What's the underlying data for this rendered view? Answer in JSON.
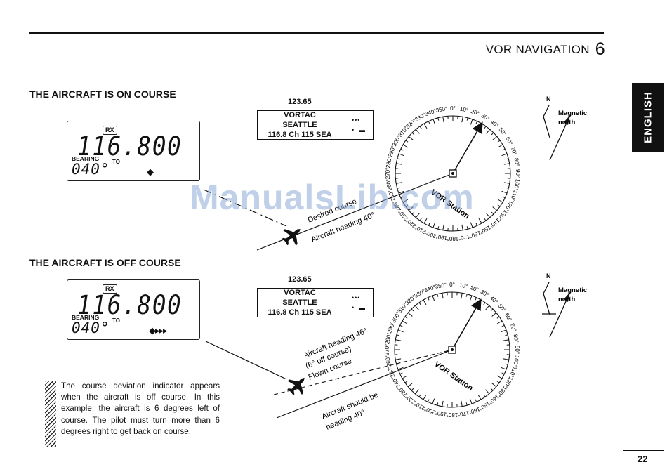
{
  "header": {
    "chapter_title": "VOR NAVIGATION",
    "chapter_number": "6",
    "language_tab": "ENGLISH"
  },
  "sections": [
    {
      "title": "THE AIRCRAFT IS ON COURSE",
      "display": {
        "rx": "RX",
        "frequency": "116.800",
        "bearing_label": "BEARING",
        "to_label": "TO",
        "bearing": "040°",
        "cdi": "◆"
      },
      "station": {
        "frequency": "123.65",
        "type": "VORTAC",
        "name": "SEATTLE",
        "id_line": "116.8 Ch 115 SEA"
      },
      "labels": {
        "desired": "Desired course",
        "heading": "Aircraft heading 40°",
        "vor": "VOR Station"
      }
    },
    {
      "title": "THE AIRCRAFT IS OFF COURSE",
      "display": {
        "rx": "RX",
        "frequency": "116.800",
        "bearing_label": "BEARING",
        "to_label": "TO",
        "bearing": "040°",
        "cdi": "◆▸▸▸"
      },
      "station": {
        "frequency": "123.65",
        "type": "VORTAC",
        "name": "SEATTLE",
        "id_line": "116.8 Ch 115 SEA"
      },
      "labels": {
        "heading": "Aircraft heading 46°",
        "offcourse": "(6° off course)",
        "flown": "Flown course",
        "should1": "Aircraft should be",
        "should2": "heading 40°",
        "vor": "VOR Station"
      }
    }
  ],
  "compass": {
    "ticks": [
      "0°",
      "10°",
      "20°",
      "30°",
      "40°",
      "50°",
      "60°",
      "70°",
      "80°",
      "90°",
      "100°",
      "110°",
      "120°",
      "130°",
      "140°",
      "150°",
      "160°",
      "170°",
      "180°",
      "190°",
      "200°",
      "210°",
      "220°",
      "230°",
      "240°",
      "250°",
      "260°",
      "270°",
      "280°",
      "290°",
      "300°",
      "310°",
      "320°",
      "330°",
      "340°",
      "350°"
    ]
  },
  "magnetic": {
    "n_label": "N",
    "label_line1": "Magnetic",
    "label_line2": "north"
  },
  "note": "The course deviation indicator appears when the aircraft is off course. In this example, the aircraft is 6 degrees left of course. The pilot must turn more than 6 degrees right to get back on course.",
  "page_number": "22",
  "watermark": "ManualsLib.com"
}
